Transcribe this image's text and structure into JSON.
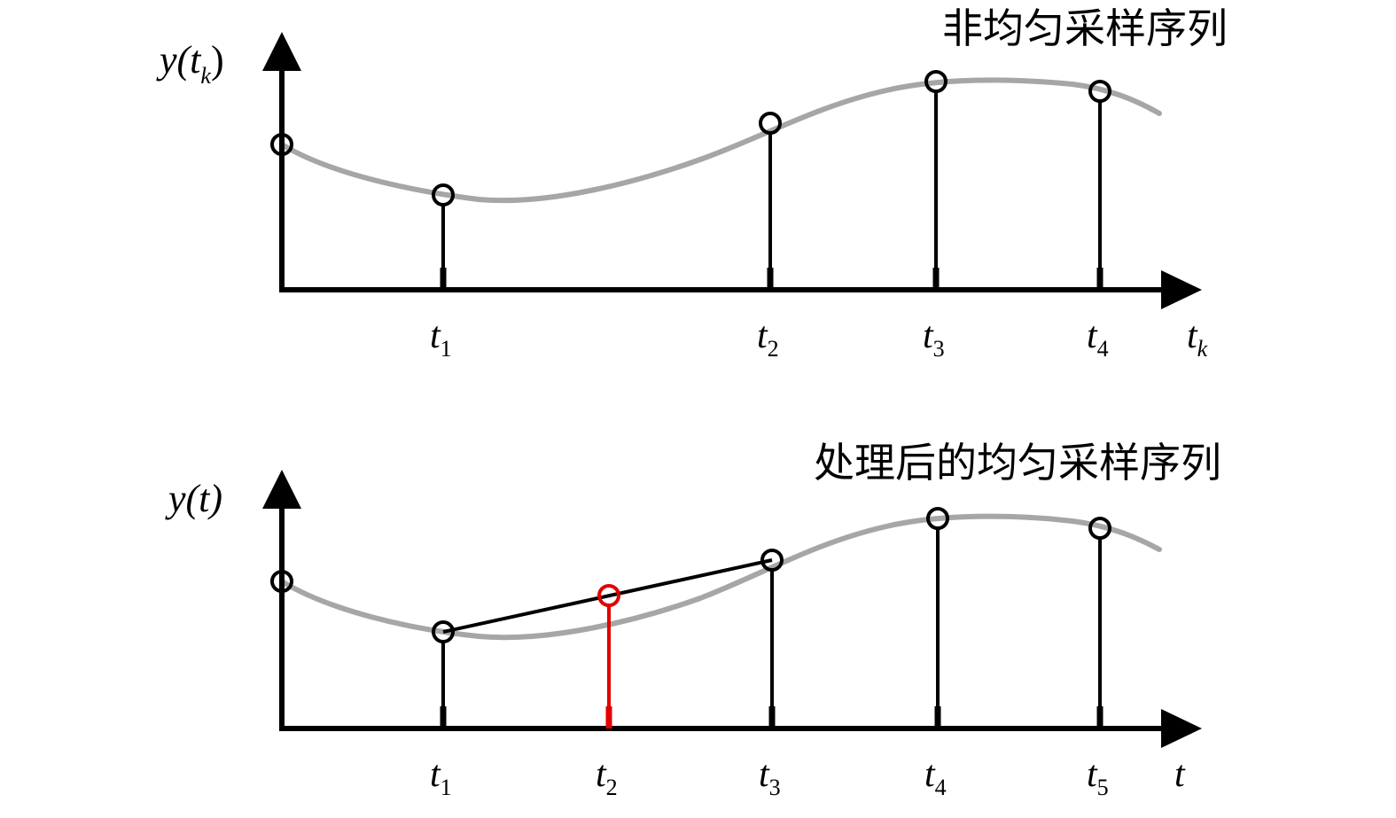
{
  "top_panel": {
    "title": "非均匀采样序列",
    "y_label": {
      "base": "y(t",
      "sub": "k",
      "close": ")"
    },
    "x_label": {
      "base": "t",
      "sub": "k"
    },
    "ticks": [
      {
        "base": "t",
        "sub": "1"
      },
      {
        "base": "t",
        "sub": "2"
      },
      {
        "base": "t",
        "sub": "3"
      },
      {
        "base": "t",
        "sub": "4"
      }
    ]
  },
  "bottom_panel": {
    "title": "处理后的均匀采样序列",
    "y_label": {
      "text": "y(t)"
    },
    "x_label": {
      "text": "t"
    },
    "ticks": [
      {
        "base": "t",
        "sub": "1"
      },
      {
        "base": "t",
        "sub": "2"
      },
      {
        "base": "t",
        "sub": "3"
      },
      {
        "base": "t",
        "sub": "4"
      },
      {
        "base": "t",
        "sub": "5"
      }
    ]
  },
  "colors": {
    "axis": "#000000",
    "curve": "#a6a6a6",
    "interpolated": "#e00000"
  }
}
